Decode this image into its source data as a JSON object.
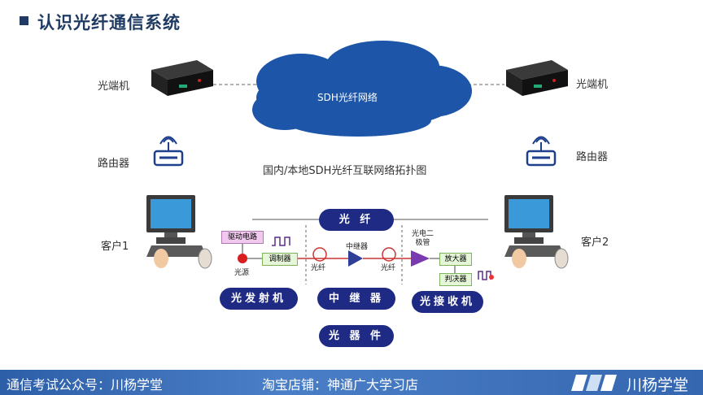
{
  "header": {
    "title": "认识光纤通信系统"
  },
  "left": {
    "terminal_label": "光端机",
    "router_label": "路由器",
    "client_label": "客户1"
  },
  "right": {
    "terminal_label": "光端机",
    "router_label": "路由器",
    "client_label": "客户2"
  },
  "network": {
    "cloud_label": "SDH光纤网络",
    "caption": "国内/本地SDH光纤互联网络拓扑图"
  },
  "system": {
    "fiber_pill": "光 纤",
    "transmitter_pill": "光发射机",
    "repeater_pill": "中 继 器",
    "receiver_pill": "光接收机",
    "device_pill": "光 器 件",
    "drive_circuit": "驱动电路",
    "light_source": "光源",
    "modulator": "调制器",
    "fiber_left": "光纤",
    "repeater": "中继器",
    "fiber_right": "光纤",
    "photodiode": "光电二\n极管",
    "amplifier": "放大器",
    "decider": "判决器"
  },
  "footer": {
    "left_text": "通信考试公众号：川杨学堂",
    "center_text": "淘宝店铺：神通广大学习店",
    "brand": "川杨学堂"
  },
  "colors": {
    "title": "#1f3b63",
    "pill": "#1e2a84",
    "cloud": "#1d55a8",
    "footer": "#3566b0",
    "screen": "#3a9ad9"
  }
}
